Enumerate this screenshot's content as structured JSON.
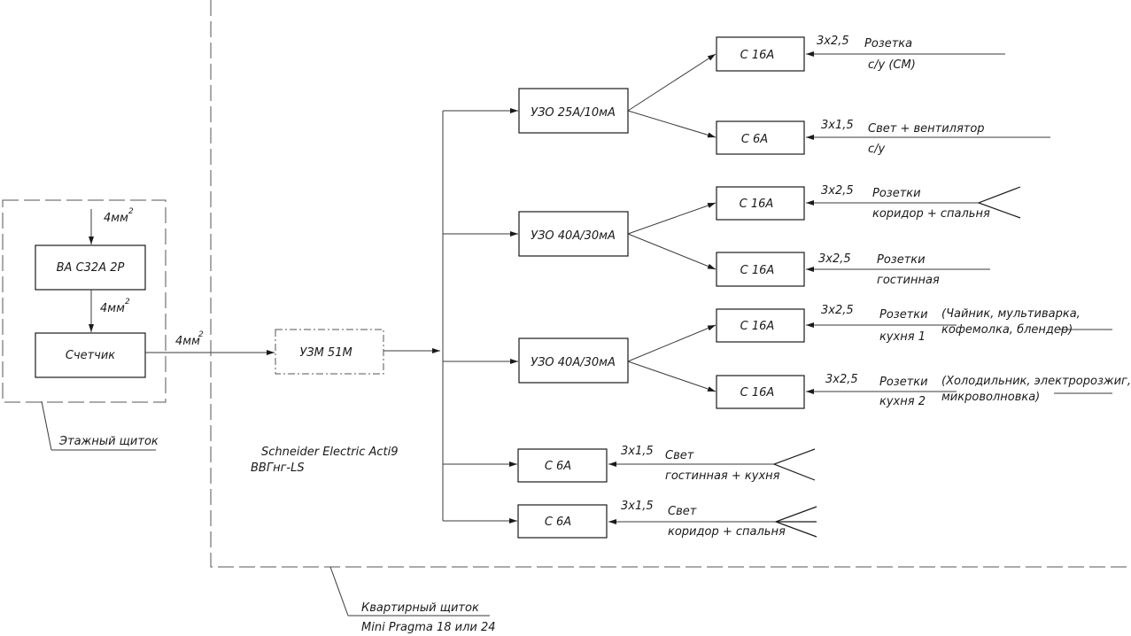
{
  "floor_panel": {
    "breaker": "ВА С32А 2Р",
    "meter": "Счетчик",
    "cable_in": "4мм",
    "cable_mid": "4мм",
    "cable_out": "4мм",
    "superscript": "2",
    "caption": "Этажный щиток"
  },
  "apartment_panel": {
    "caption_line1": "Квартирный щиток",
    "caption_line2": "Mini Pragma 18 или 24",
    "vendor_line1": "Schneider Electric Acti9",
    "vendor_line2": "ВВГнг-LS",
    "relay": "УЗМ 51М",
    "rcd": [
      "УЗО 25А/10мА",
      "УЗО 40А/30мА",
      "УЗО 40А/30мА"
    ],
    "breakers": [
      {
        "label": "С 16А",
        "cable": "3х2,5",
        "load_line1": "Розетка",
        "load_line2": "с/у (СМ)"
      },
      {
        "label": "С 6А",
        "cable": "3х1,5",
        "load_line1": "Свет + вентилятор",
        "load_line2": "с/у"
      },
      {
        "label": "С 16А",
        "cable": "3х2,5",
        "load_line1": "Розетки",
        "load_line2": "коридор + спальня"
      },
      {
        "label": "С 16А",
        "cable": "3х2,5",
        "load_line1": "Розетки",
        "load_line2": "гостинная"
      },
      {
        "label": "С 16А",
        "cable": "3х2,5",
        "load_line1": "Розетки",
        "load_line2": "кухня 1",
        "note_line1": "(Чайник, мультиварка,",
        "note_line2": "кофемолка, блендер)"
      },
      {
        "label": "С 16А",
        "cable": "3х2,5",
        "load_line1": "Розетки",
        "load_line2": "кухня 2",
        "note_line1": "(Холодильник, электророзжиг,",
        "note_line2": "микроволновка)"
      },
      {
        "label": "С 6А",
        "cable": "3х1,5",
        "load_line1": "Свет",
        "load_line2": "гостинная + кухня"
      },
      {
        "label": "С 6А",
        "cable": "3х1,5",
        "load_line1": "Свет",
        "load_line2": "коридор + спальня"
      }
    ]
  }
}
